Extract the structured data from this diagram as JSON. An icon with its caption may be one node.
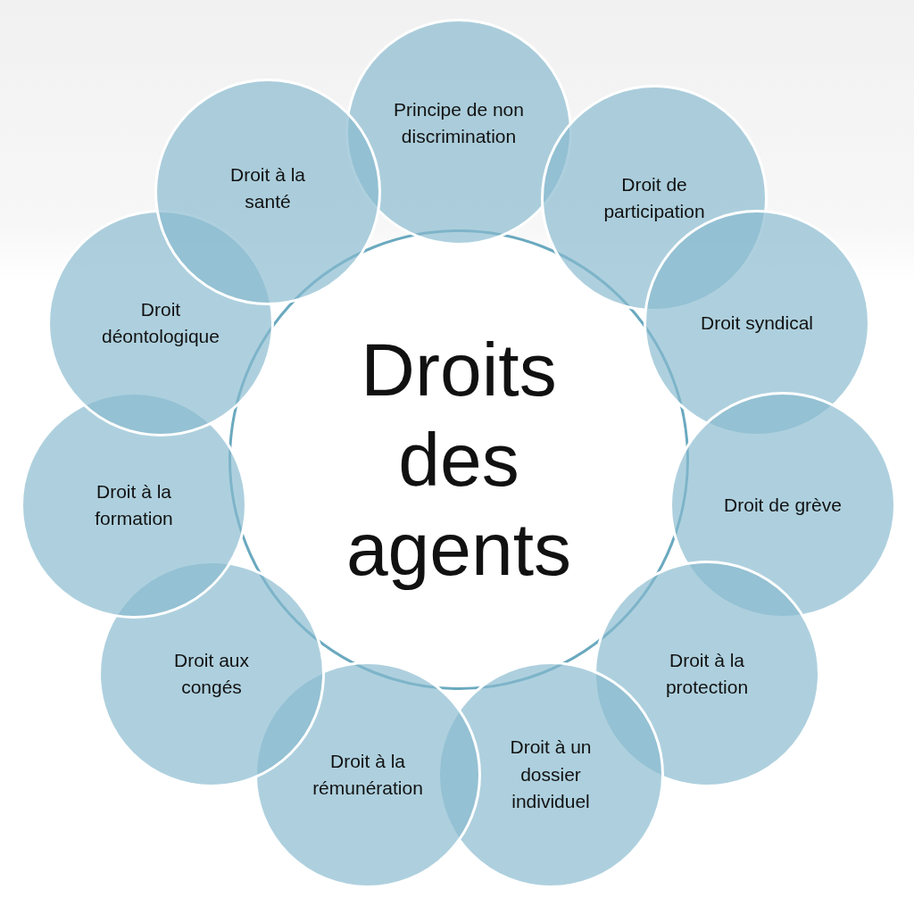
{
  "diagram": {
    "nodes": [
      {
        "text": [
          "Droits des agents"
        ]
      },
      {
        "text": [
          "Principe de non discrimination"
        ]
      },
      {
        "text": [
          "Droit de participation"
        ]
      },
      {
        "text": [
          "Droit syndical"
        ]
      },
      {
        "text": [
          "Droit de grève"
        ]
      },
      {
        "text": [
          "Droit à la protection"
        ]
      },
      {
        "text": [
          "Droit à un dossier individuel"
        ]
      },
      {
        "text": [
          "Droit à la rémunération"
        ]
      },
      {
        "text": [
          "Droit aux congés"
        ]
      },
      {
        "text": [
          "Droit à la formation"
        ]
      },
      {
        "text": [
          "Droit déontologique"
        ]
      },
      {
        "text": [
          "Droit à la santé"
        ]
      }
    ]
  }
}
